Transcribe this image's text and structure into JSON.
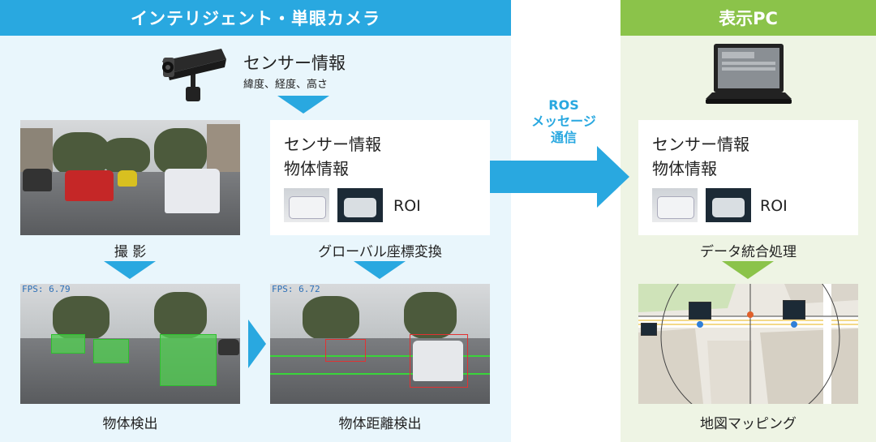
{
  "left_panel": {
    "title": "インテリジェント・単眼カメラ"
  },
  "right_panel": {
    "title": "表示PC"
  },
  "sensor": {
    "title": "センサー情報",
    "subtitle": "緯度、経度、高さ"
  },
  "info_box_left": {
    "line1": "センサー情報",
    "line2": "物体情報",
    "roi": "ROI"
  },
  "info_box_right": {
    "line1": "センサー情報",
    "line2": "物体情報",
    "roi": "ROI"
  },
  "ros": {
    "line1": "ROS",
    "line2": "メッセージ",
    "line3": "通信"
  },
  "labels": {
    "capture": "撮 影",
    "global_transform": "グローバル座標変換",
    "detection": "物体検出",
    "distance_detection": "物体距離検出",
    "data_integration": "データ統合処理",
    "map_mapping": "地図マッピング"
  },
  "fps": {
    "detection": "FPS: 6.79",
    "distance": "FPS: 6.72"
  },
  "colors": {
    "blue": "#29a8e0",
    "green": "#8bc34a"
  }
}
